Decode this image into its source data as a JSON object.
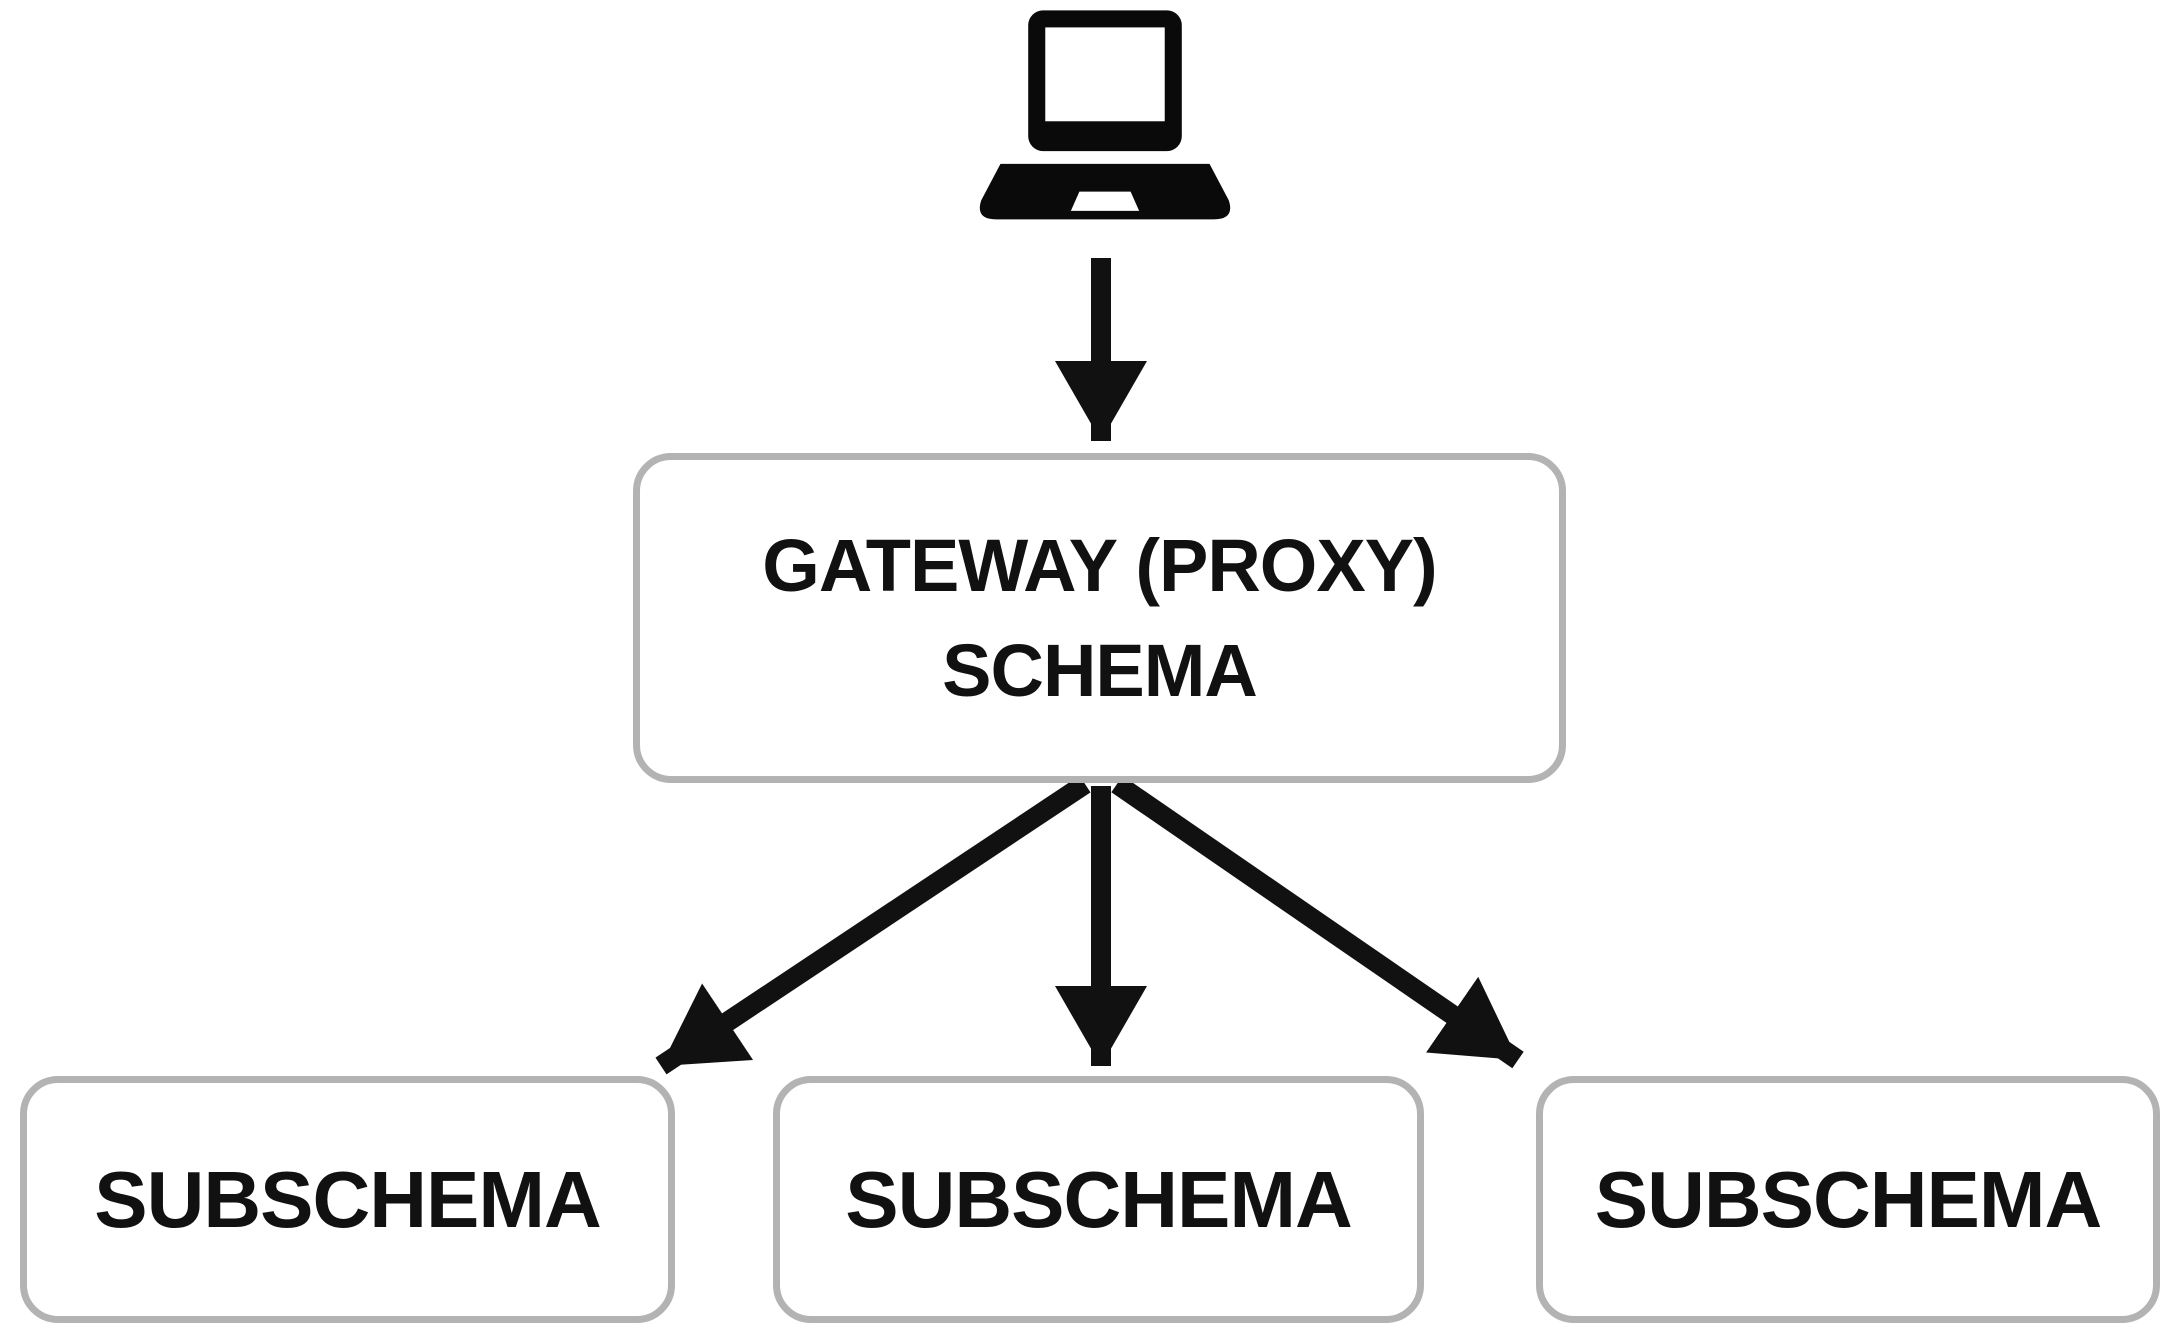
{
  "diagram": {
    "client": {
      "icon": "laptop-icon"
    },
    "gateway": {
      "label_line1": "GATEWAY (PROXY)",
      "label_line2": "SCHEMA"
    },
    "subschemas": [
      {
        "label": "SUBSCHEMA"
      },
      {
        "label": "SUBSCHEMA"
      },
      {
        "label": "SUBSCHEMA"
      }
    ],
    "edges": [
      {
        "from": "client",
        "to": "gateway"
      },
      {
        "from": "gateway",
        "to": "subschema-1"
      },
      {
        "from": "gateway",
        "to": "subschema-2"
      },
      {
        "from": "gateway",
        "to": "subschema-3"
      }
    ],
    "colors": {
      "box_border": "#b3b3b3",
      "box_fill": "#ffffff",
      "arrow": "#111111",
      "text": "#111111"
    }
  }
}
